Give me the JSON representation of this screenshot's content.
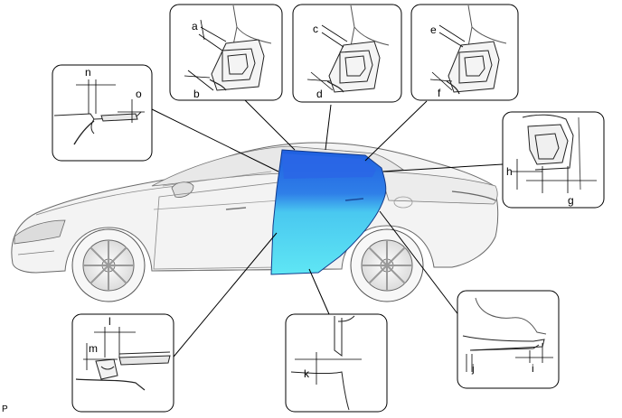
{
  "labels": {
    "a": "a",
    "b": "b",
    "c": "c",
    "d": "d",
    "e": "e",
    "f": "f",
    "g": "g",
    "h": "h",
    "i": "i",
    "j": "j",
    "k": "k",
    "l": "l",
    "m": "m",
    "n": "n",
    "o": "o"
  },
  "figure_code": "P",
  "colors": {
    "door_upper": "#1f5fe0",
    "door_lower": "#4fdcf0",
    "body_fill": "#f2f2f2",
    "body_line": "#555555",
    "callout_border": "#000000"
  }
}
